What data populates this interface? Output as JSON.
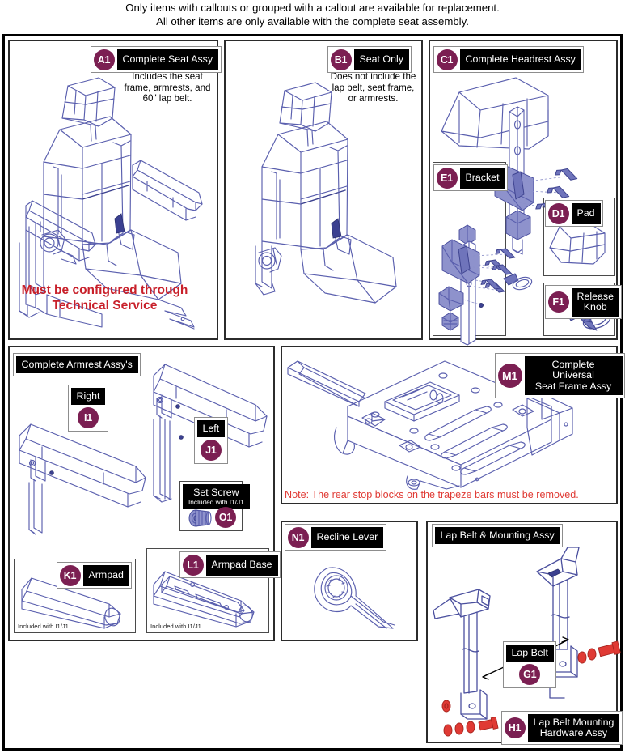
{
  "header": {
    "line1": "Only items with callouts or grouped with a callout are available for replacement.",
    "line2": "All other items are only available with the complete seat assembly."
  },
  "panels": {
    "a1": {
      "callout": {
        "code": "A1",
        "label": "Complete Seat Assy"
      },
      "description": "Includes the seat frame, armrests, and 60\" lap belt.",
      "warning": "Must be configured through Technical Service",
      "warning_color": "#c8202a"
    },
    "b1": {
      "callout": {
        "code": "B1",
        "label": "Seat Only"
      },
      "description": "Does not include the lap belt, seat frame, or armrests."
    },
    "c1": {
      "callout": {
        "code": "C1",
        "label": "Complete Headrest Assy"
      },
      "sub_panels": [
        {
          "code": "E1",
          "label": "Bracket"
        },
        {
          "code": "D1",
          "label": "Pad"
        },
        {
          "code": "F1",
          "label": "Release\nKnob"
        }
      ]
    },
    "armrest": {
      "title": "Complete Armrest Assy's",
      "callouts": [
        {
          "code": "I1",
          "label": "Right"
        },
        {
          "code": "J1",
          "label": "Left"
        },
        {
          "code": "O1",
          "label": "Set Screw",
          "sublabel": "Included with I1/J1"
        }
      ]
    },
    "k1": {
      "callout": {
        "code": "K1",
        "label": "Armpad"
      },
      "corner_note": "Included with I1/J1"
    },
    "l1": {
      "callout": {
        "code": "L1",
        "label": "Armpad Base"
      },
      "corner_note": "Included with I1/J1"
    },
    "m1": {
      "callout": {
        "code": "M1",
        "label": "Complete Universal\nSeat Frame Assy"
      },
      "note": "Note: The rear stop blocks on the trapeze bars must be removed.",
      "note_color": "#e03a34"
    },
    "n1": {
      "callout": {
        "code": "N1",
        "label": "Recline Lever"
      }
    },
    "lapbelt": {
      "title": "Lap Belt & Mounting Assy",
      "callouts": [
        {
          "code": "G1",
          "label": "Lap Belt"
        },
        {
          "code": "H1",
          "label": "Lap Belt Mounting\nHardware Assy"
        }
      ]
    }
  },
  "colors": {
    "badge": "#7b1f52",
    "label_bg": "#000000",
    "label_text": "#ffffff",
    "line_art": "#5a5fae",
    "line_art_dark": "#3b4090",
    "hardware_red": "#e03a34"
  }
}
